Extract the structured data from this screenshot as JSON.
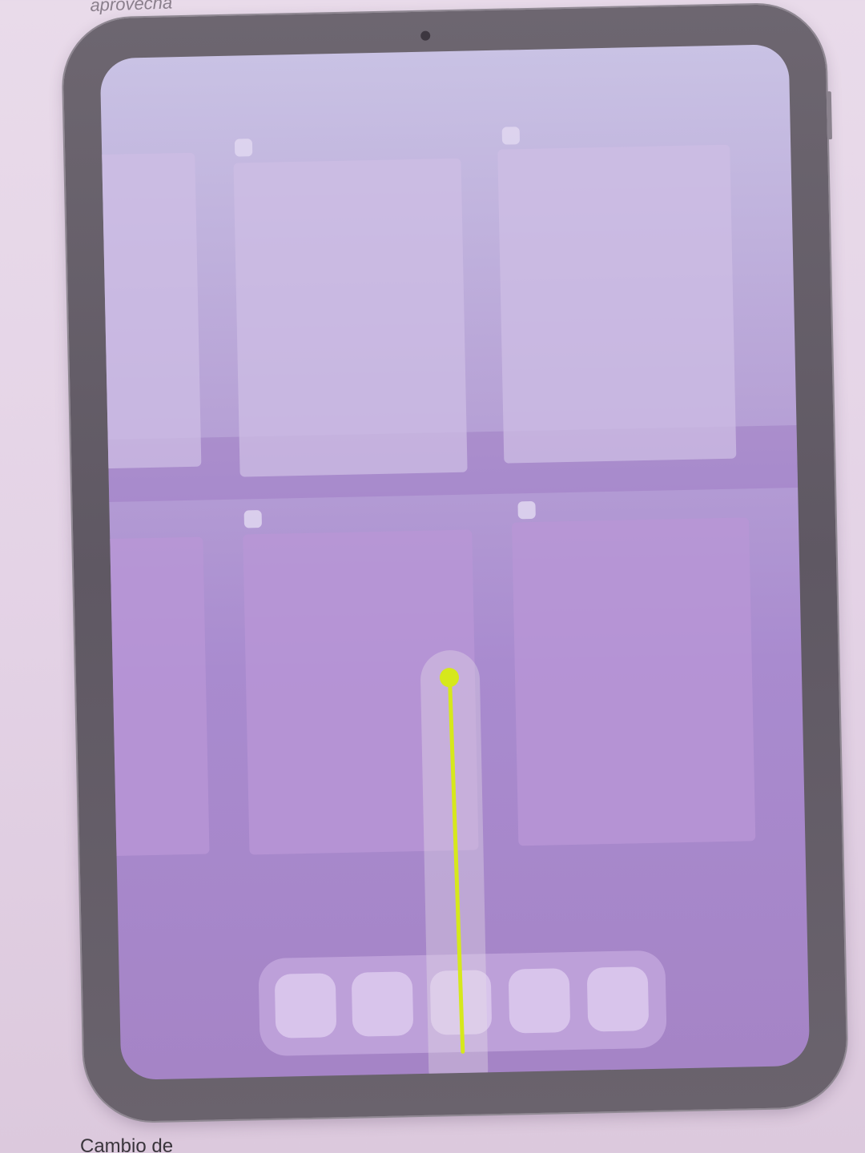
{
  "page": {
    "caption_top": "aprovecha",
    "caption_bottom": "Cambio de"
  },
  "device": {
    "name": "iPad",
    "screen": {
      "view": "app-switcher",
      "app_cards": [
        "card-1",
        "card-2",
        "card-3",
        "card-4",
        "card-5",
        "card-6"
      ],
      "dock_apps": [
        "dock-app-1",
        "dock-app-2",
        "dock-app-3",
        "dock-app-4",
        "dock-app-5"
      ],
      "gesture": "swipe-up-from-bottom"
    }
  },
  "colors": {
    "screen_top": "#c9c2e4",
    "screen_bottom": "#a584c6",
    "gesture_indicator": "#d6e81c",
    "device_frame": "#5f5863"
  }
}
